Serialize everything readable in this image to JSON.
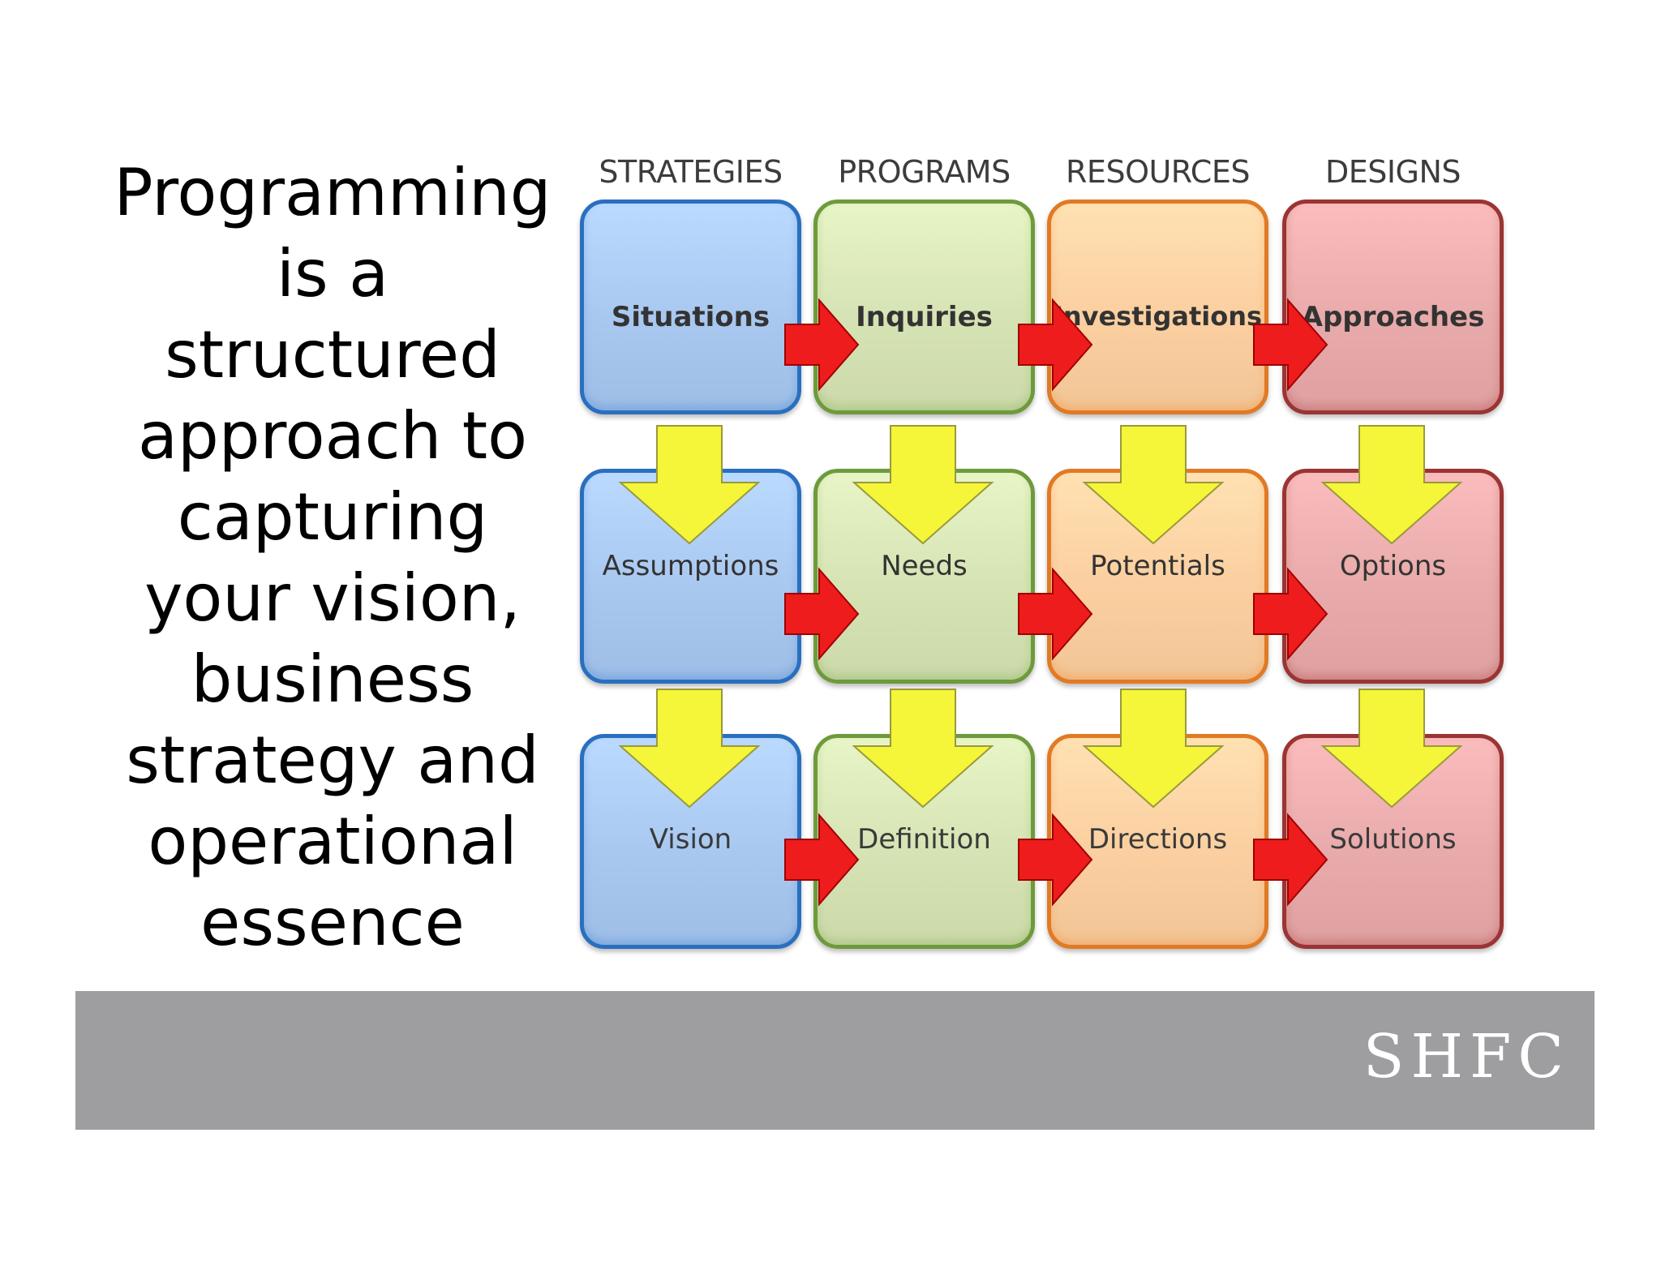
{
  "lead_lines": [
    "Programming",
    "is a",
    "structured",
    "approach to",
    "capturing",
    "your vision,",
    "business",
    "strategy and",
    "operational",
    "essence"
  ],
  "columns": [
    {
      "header": "STRATEGIES",
      "fill": "#a9c8f0",
      "border": "#2a6fbf",
      "cells": [
        "Situations",
        "Assumptions",
        "Vision"
      ]
    },
    {
      "header": "PROGRAMS",
      "fill": "#d6e3b4",
      "border": "#6e9a3c",
      "cells": [
        "Inquiries",
        "Needs",
        "Definition"
      ]
    },
    {
      "header": "RESOURCES",
      "fill": "#fbcfa0",
      "border": "#e07a25",
      "cells": [
        "Investigations",
        "Potentials",
        "Directions"
      ]
    },
    {
      "header": "DESIGNS",
      "fill": "#e8aaaa",
      "border": "#9b3434",
      "cells": [
        "Approaches",
        "Options",
        "Solutions"
      ]
    }
  ],
  "arrow_colors": {
    "flow_right": "#ee1c1c",
    "flow_down": "#f5f53a"
  },
  "footer": {
    "brand": "SHFC",
    "bar_color": "#9e9d9f"
  }
}
